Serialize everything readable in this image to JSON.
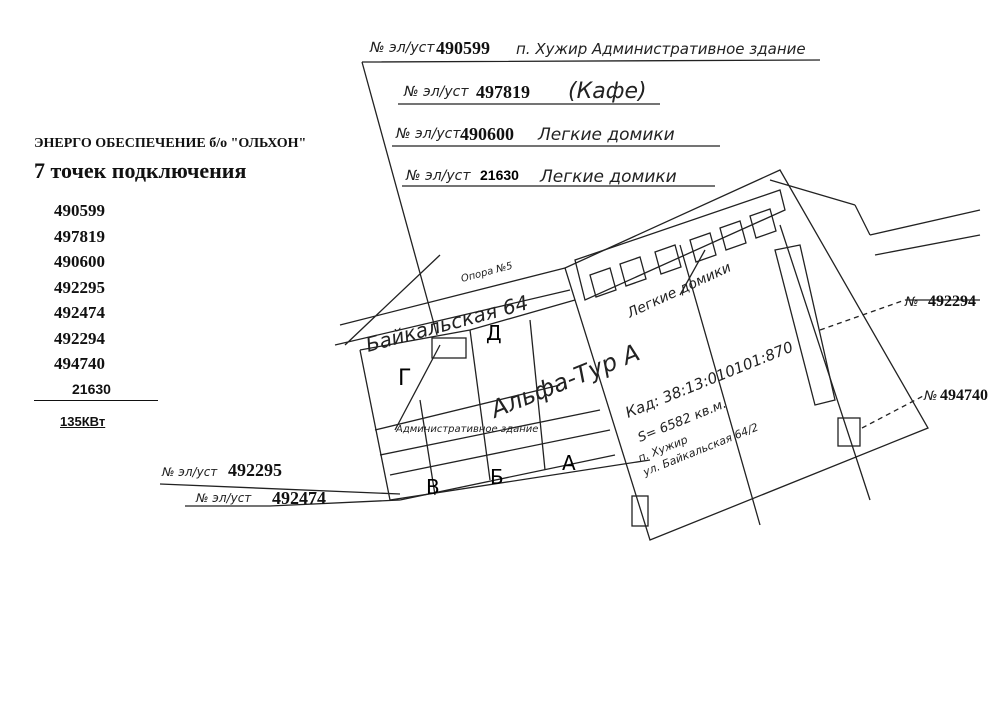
{
  "header": {
    "title": "ЭНЕРГО ОБЕСПЕЧЕНИЕ б/о \"ОЛЬХОН\"",
    "subtitle": "7 точек подключения"
  },
  "points": [
    "490599",
    "497819",
    "490600",
    "492295",
    "492474",
    "492294",
    "494740",
    "21630"
  ],
  "total": "135КВт",
  "labels": {
    "prefix": "№ эл/уст",
    "l1_num": "490599",
    "l1_text": "п. Хужир Административное здание",
    "l2_num": "497819",
    "l2_text": "(Кафе)",
    "l3_num": "490600",
    "l3_text": "Легкие домики",
    "l4_num": "21630",
    "l4_text": "Легкие домики",
    "r1_num": "492294",
    "r2_num": "494740",
    "b1_num": "492295",
    "b2_num": "492474"
  },
  "plan": {
    "street": "Байкальская 64",
    "pole": "Опора №5",
    "houses": "Легкие домики",
    "plot_name": "Альфа-Тур А",
    "cadastre": "Кад: 38:13:010101:870",
    "area": "S= 6582 кв.м.",
    "settlement": "п. Хужир",
    "address": "ул. Байкальская 64/2",
    "admin": "Административное здание",
    "block_g": "Г",
    "block_d": "Д",
    "block_v": "В",
    "block_b": "Б",
    "block_a": "А"
  }
}
